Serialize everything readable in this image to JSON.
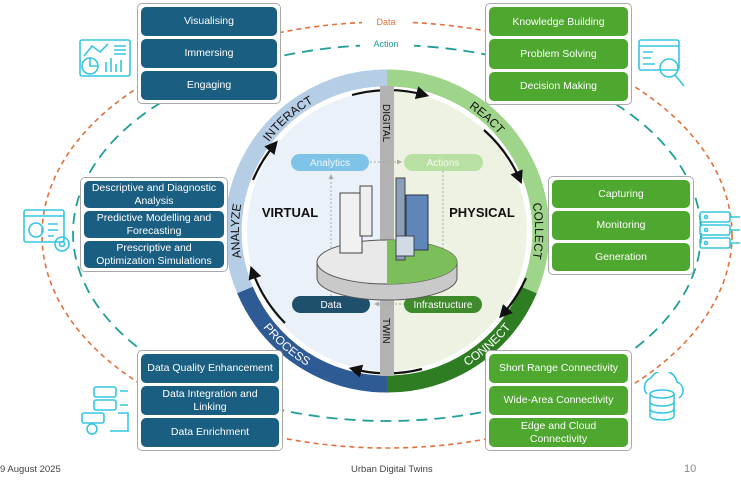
{
  "arcs": {
    "data_label": "Data",
    "action_label": "Action"
  },
  "center": {
    "virtual": "VIRTUAL",
    "physical": "PHYSICAL",
    "digital": "DIGITAL",
    "twin": "TWIN",
    "analytics": "Analytics",
    "actions": "Actions",
    "data": "Data",
    "infrastructure": "Infrastructure"
  },
  "ring": {
    "interact": "INTERACT",
    "react": "REACT",
    "collect": "COLLECT",
    "connect": "CONNECT",
    "process": "PROCESS",
    "analyze": "ANALYZE"
  },
  "groups": {
    "interact": [
      "Visualising",
      "Immersing",
      "Engaging"
    ],
    "react": [
      "Knowledge Building",
      "Problem Solving",
      "Decision Making"
    ],
    "analyze": [
      "Descriptive and Diagnostic Analysis",
      "Predictive Modelling and Forecasting",
      "Prescriptive and Optimization Simulations"
    ],
    "collect": [
      "Capturing",
      "Monitoring",
      "Generation"
    ],
    "process": [
      "Data Quality Enhancement",
      "Data Integration and Linking",
      "Data Enrichment"
    ],
    "connect": [
      "Short Range Connectivity",
      "Wide-Area Connectivity",
      "Edge and Cloud Connectivity"
    ]
  },
  "colors": {
    "blue": "#1a5e82",
    "green": "#4ea72e",
    "orange": "#e2703a",
    "teal": "#1e9e96",
    "icon": "#35c6e0"
  },
  "footer": {
    "date": "9 August 2025",
    "title": "Urban Digital Twins",
    "page": "10"
  }
}
